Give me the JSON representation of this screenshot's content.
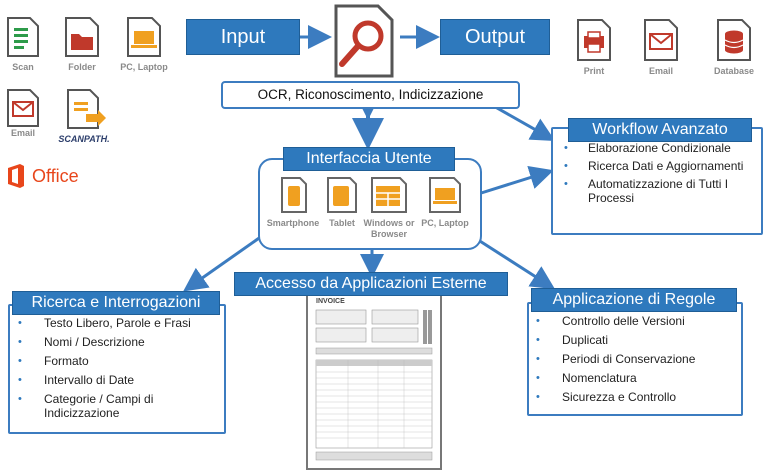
{
  "colors": {
    "accent_blue": "#2e79bd",
    "icon_red": "#c0392b",
    "icon_orange": "#f0a020",
    "icon_green": "#2d9b4a",
    "office_orange": "#e8461b",
    "box_border": "#3c7cc0"
  },
  "input_label": "Input",
  "output_label": "Output",
  "ocr_label": "OCR, Riconoscimento, Indicizzazione",
  "sources": {
    "scan": "Scan",
    "folder": "Folder",
    "pc": "PC, Laptop",
    "email": "Email",
    "scanpath": "SCANPATH.",
    "office": "Office"
  },
  "outputs": {
    "print": "Print",
    "email": "Email",
    "database": "Database"
  },
  "ui_panel": {
    "title": "Interfaccia Utente",
    "devices": {
      "smartphone": "Smartphone",
      "tablet": "Tablet",
      "windows": "Windows or Browser",
      "laptop": "PC, Laptop"
    }
  },
  "workflow": {
    "title": "Workflow Avanzato",
    "items": [
      "Elaborazione Condizionale",
      "Ricerca Dati e Aggiornamenti",
      "Automatizzazione di Tutti I Processi"
    ]
  },
  "search": {
    "title": "Ricerca e Interrogazioni",
    "items": [
      "Testo Libero, Parole e Frasi",
      "Nomi / Descrizione",
      "Formato",
      "Intervallo di Date",
      "Categorie / Campi di Indicizzazione"
    ]
  },
  "rules": {
    "title": "Applicazione di Regole",
    "items": [
      "Controllo delle Versioni",
      "Duplicati",
      "Periodi di Conservazione",
      "Nomenclatura",
      "Sicurezza e Controllo"
    ]
  },
  "external": {
    "title": "Accesso da Applicazioni Esterne",
    "invoice_heading": "INVOICE"
  }
}
